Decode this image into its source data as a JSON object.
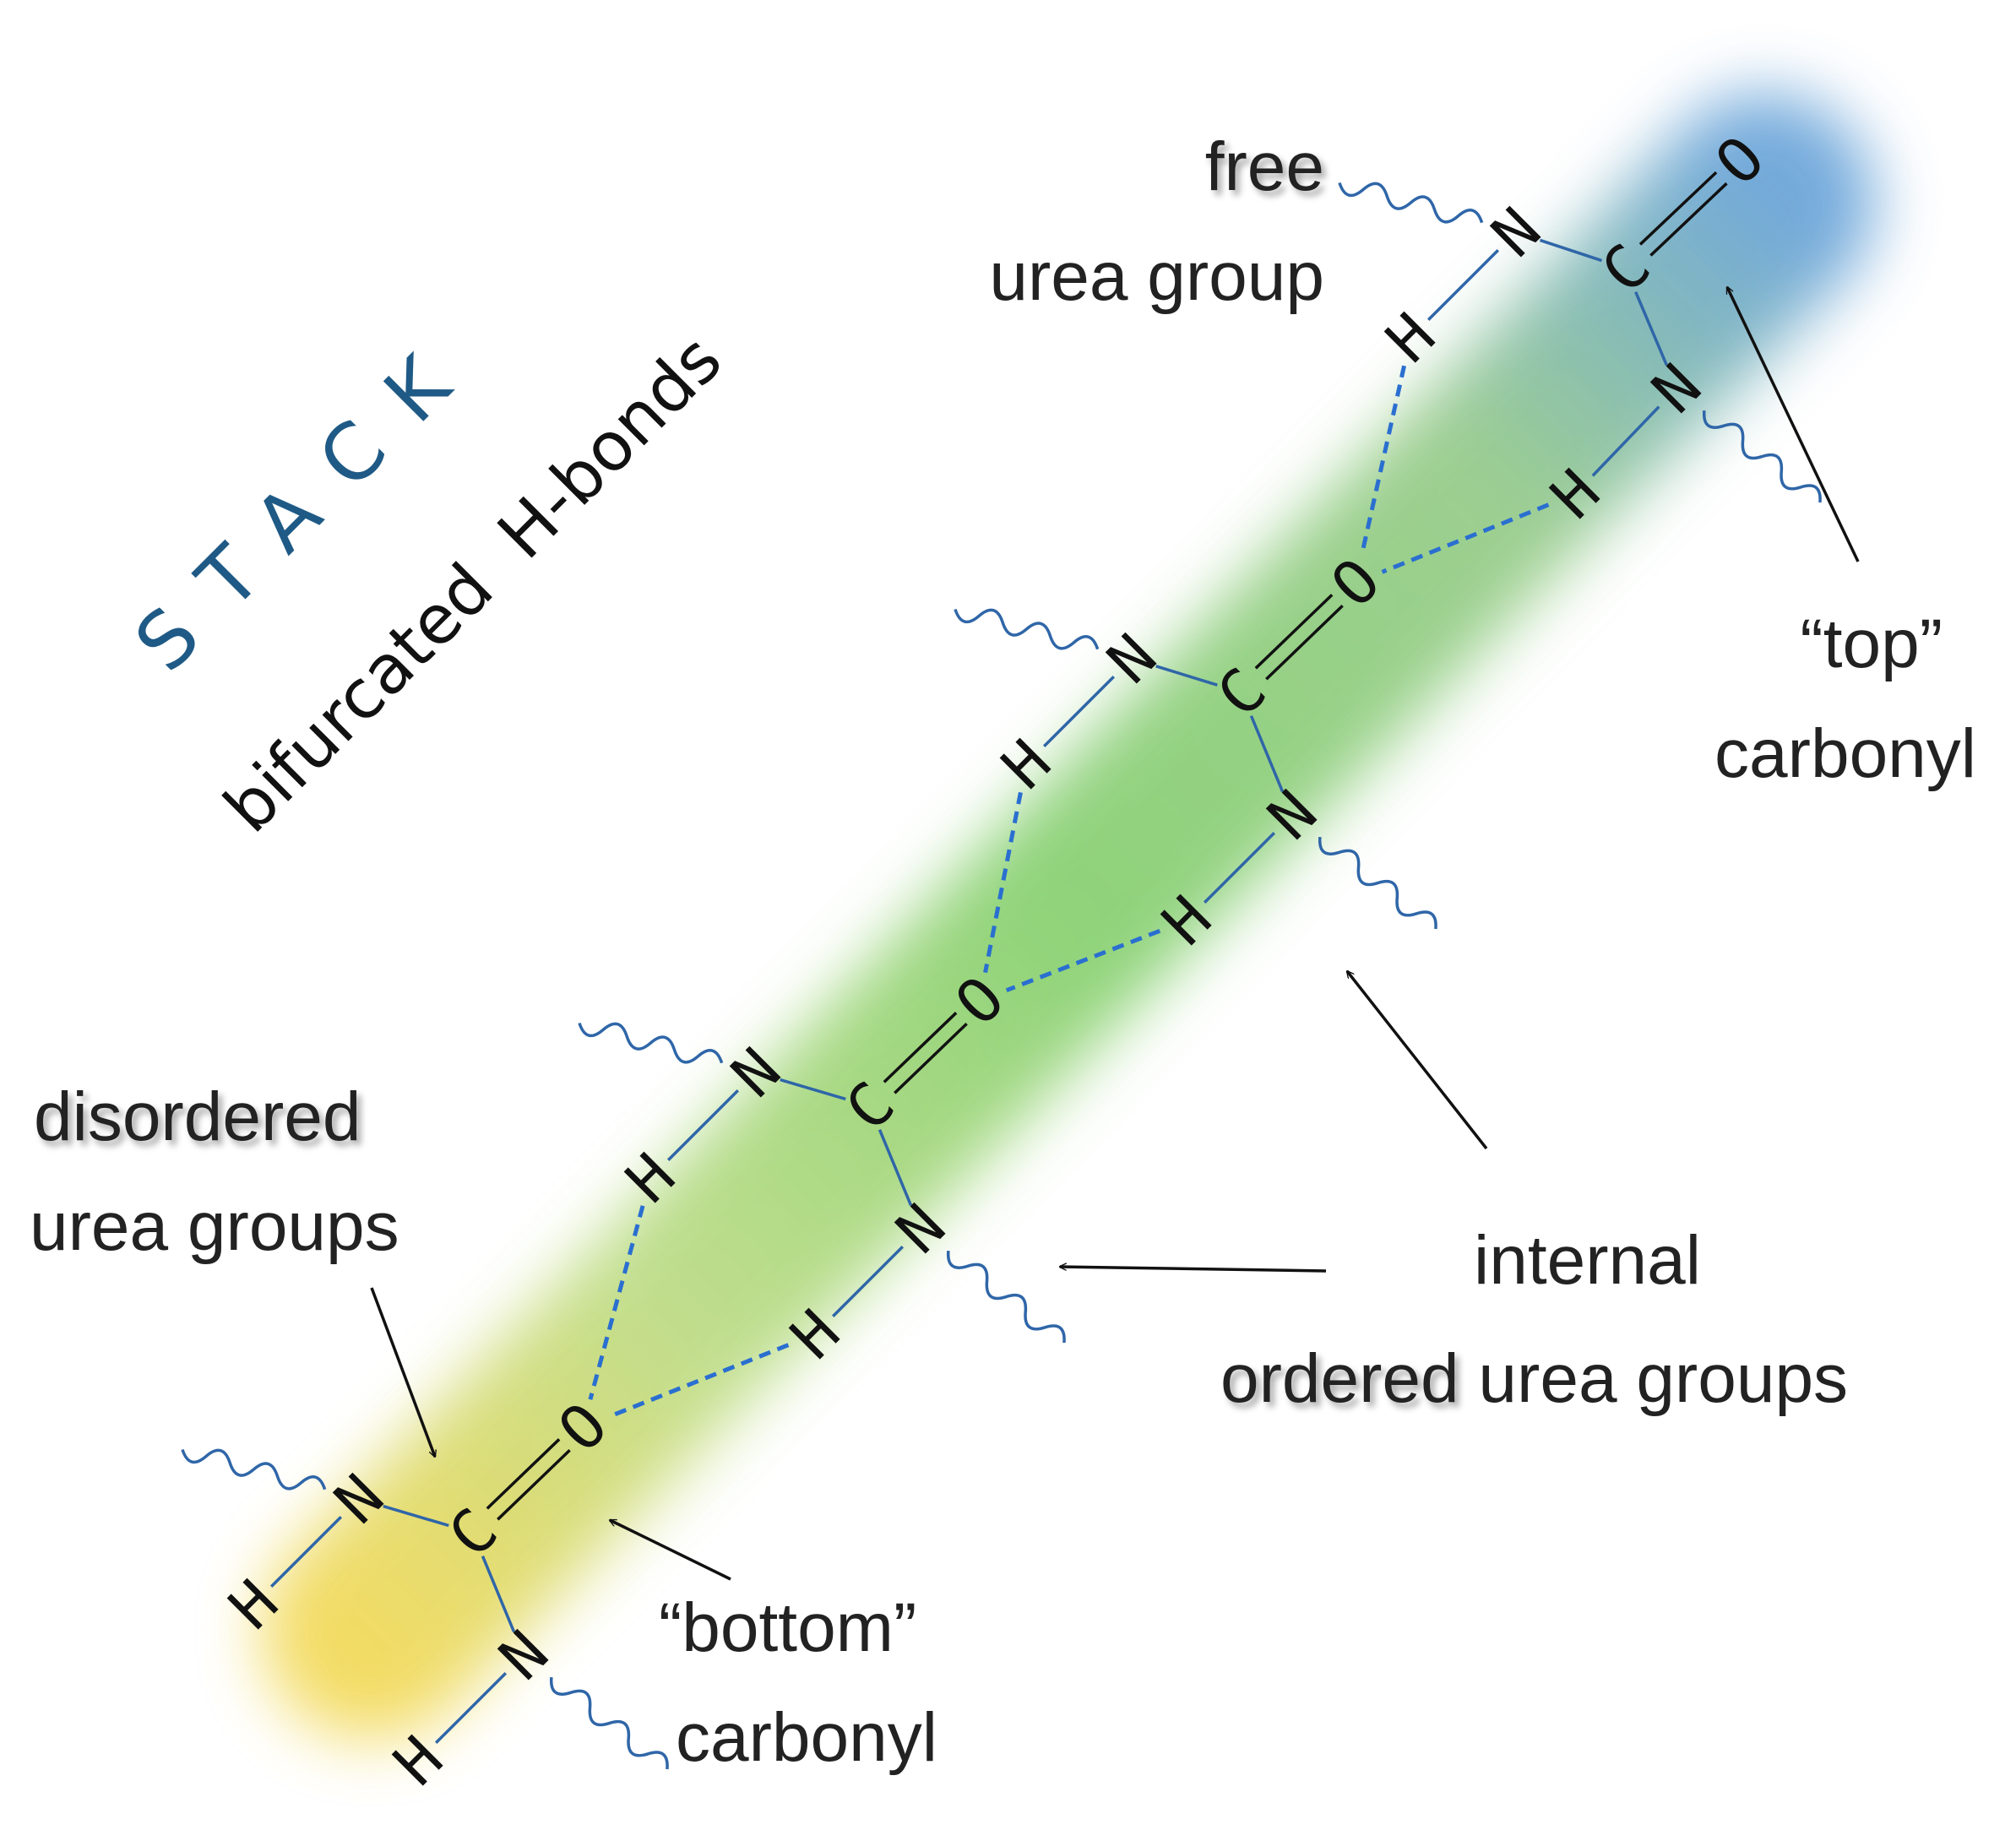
{
  "title": "STACK",
  "subtitle": "bifurcated  H-bonds",
  "labels": {
    "free_l1": "free",
    "free_l2": "urea group",
    "top_l1": "“top”",
    "top_l2": "carbonyl",
    "disordered_l1": "disordered",
    "disordered_l2": "urea groups",
    "internal_l1": "internal",
    "internal_bold": "ordered",
    "internal_rest": " urea groups",
    "bottom_l1": "“bottom”",
    "bottom_l2": "carbonyl"
  },
  "atoms": {
    "oxygen": "O",
    "carbon": "C",
    "nitrogen": "N",
    "hydrogen": "H"
  },
  "colors": {
    "title_blue": "#1f5a86",
    "bond_blue": "#2f66a8",
    "hbond_blue": "#2a6fd0",
    "band_blue": "#5b9bd5",
    "band_green": "#7ccc63",
    "band_yellow": "#f1d64a",
    "arrow": "#111111"
  }
}
